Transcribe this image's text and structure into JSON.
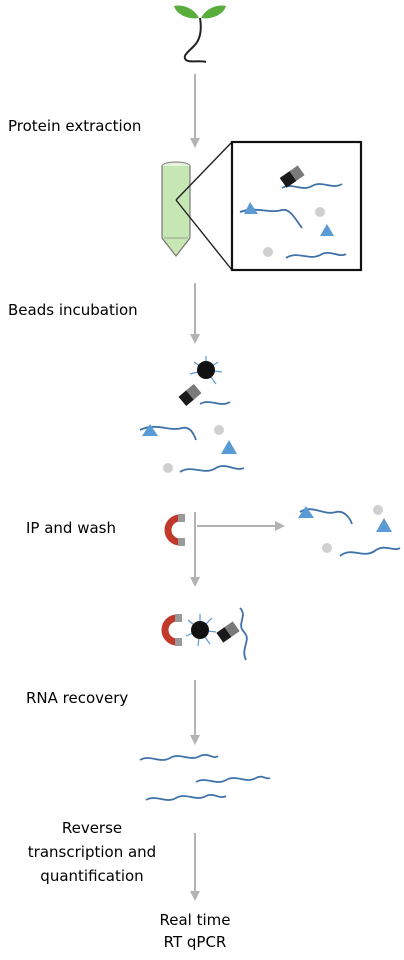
{
  "steps": {
    "extraction": "Protein extraction",
    "beads": "Beads incubation",
    "ip": "IP and wash",
    "rna": "RNA recovery",
    "rt_line1": "Reverse",
    "rt_line2": "transcription and",
    "rt_line3": "quantification",
    "final_line1": "Real time",
    "final_line2": "RT qPCR"
  },
  "colors": {
    "arrow": "#b3b3b3",
    "rna": "#3f72a8",
    "protein": "#5b9bd5",
    "dot": "#d0d0d0",
    "magnet": "#c0392b",
    "tube": "#c6e6b4",
    "leaf": "#5aad3d"
  },
  "icons": [
    "seedling-icon",
    "tube-icon",
    "magnifier-box",
    "bead-icon",
    "magnet-icon",
    "rna-strand-icon",
    "protein-triangle-icon"
  ]
}
